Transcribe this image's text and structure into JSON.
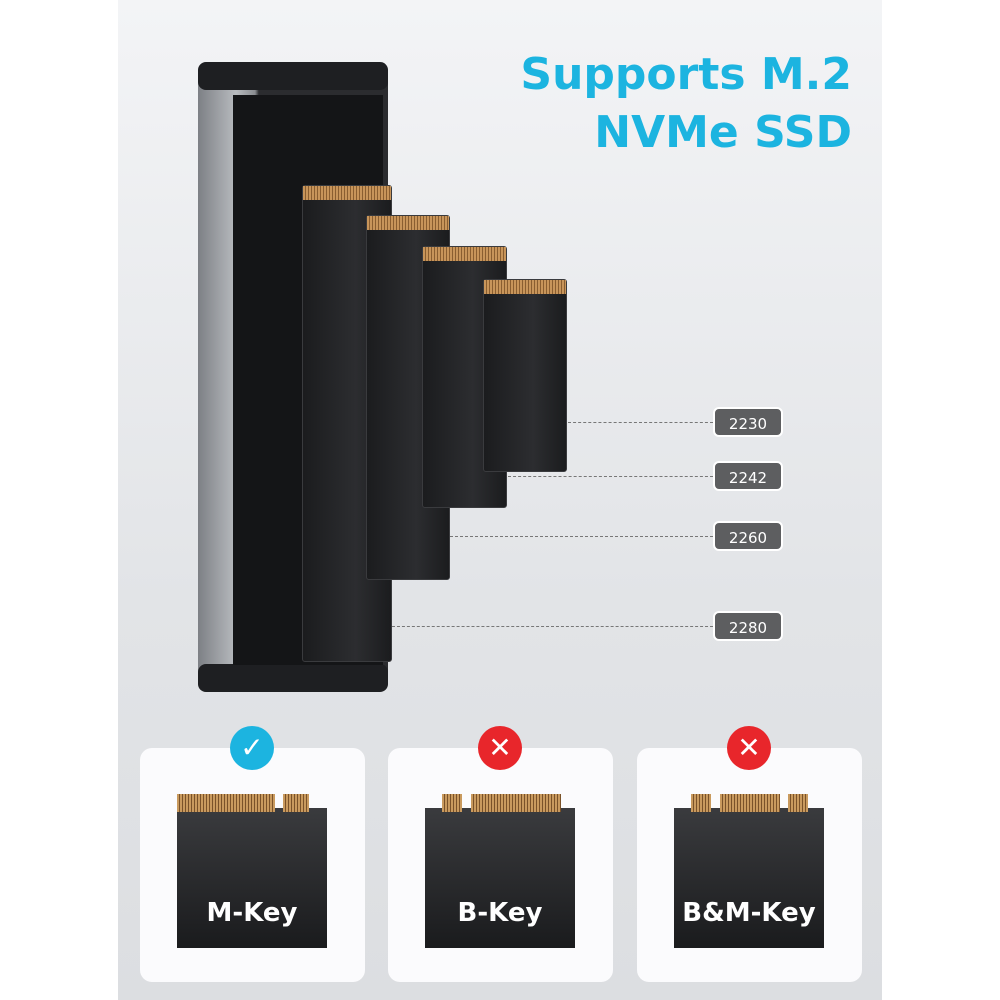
{
  "title": {
    "line1": "Supports M.2",
    "line2": "NVMe SSD"
  },
  "sizes": [
    {
      "label": "2230"
    },
    {
      "label": "2242"
    },
    {
      "label": "2260"
    },
    {
      "label": "2280"
    }
  ],
  "keys": [
    {
      "label": "M-Key",
      "supported": true,
      "icon": "check-icon",
      "color": "#1cb4e0"
    },
    {
      "label": "B-Key",
      "supported": false,
      "icon": "x-icon",
      "color": "#e8262b"
    },
    {
      "label": "B&M-Key",
      "supported": false,
      "icon": "x-icon",
      "color": "#e8262b"
    }
  ]
}
